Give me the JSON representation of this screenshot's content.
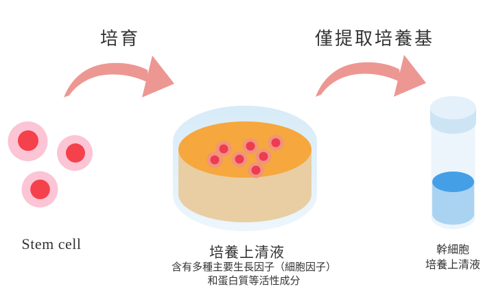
{
  "diagram": {
    "background": "#ffffff",
    "arrows": [
      {
        "id": "cultivate",
        "label": "培育",
        "color": "#ED9792"
      },
      {
        "id": "extract-medium-only",
        "label": "僅提取培養基",
        "color": "#ED9792"
      }
    ],
    "stages": [
      {
        "id": "stem-cell",
        "label": "Stem cell"
      },
      {
        "id": "culture-supernatant-dish",
        "label": "培養上清液",
        "description": [
          "含有多種主要生長因子（細胞因子）",
          "和蛋白質等活性成分"
        ]
      },
      {
        "id": "stem-cell-supernatant-tube",
        "label_lines": [
          "幹細胞",
          "培養上清液"
        ]
      }
    ],
    "colors": {
      "text": "#333333",
      "arrow": "#ED9792",
      "cell_membrane_pink": "#FBC5D5",
      "cell_nucleus_red": "#F5414B",
      "dish_glass_blue": "#DCEDF8",
      "dish_medium_orange": "#F6A73D",
      "dish_medium_side_tan": "#E8CEA2",
      "dish_cell_ring": "#F2937E",
      "dish_cell_core": "#EE3B50",
      "tube_cap_top": "#E4F1FA",
      "tube_cap_band": "#CDE4F4",
      "tube_body": "#ECF5FB",
      "tube_liquid_top": "#449FE6",
      "tube_liquid_body": "#A9D3F1"
    }
  }
}
